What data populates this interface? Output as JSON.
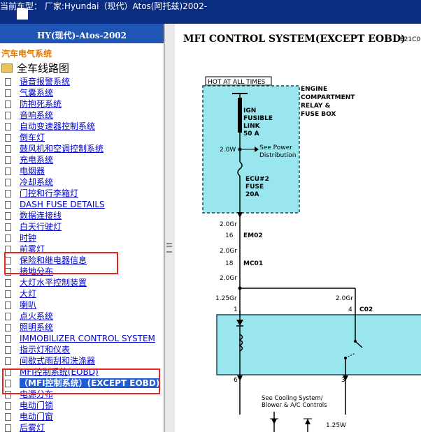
{
  "topbar": {
    "label": "当前车型：  厂家:Hyundai（现代）Atos(阿托兹)2002-"
  },
  "sidebar": {
    "title": "HY(现代)-Atos-2002",
    "section": "汽车电气系统",
    "root": "全车线路图",
    "items": [
      {
        "label": "语音报警系统"
      },
      {
        "label": "气囊系统"
      },
      {
        "label": "防抱死系统"
      },
      {
        "label": "音响系统"
      },
      {
        "label": "自动变速器控制系统"
      },
      {
        "label": "倒车灯"
      },
      {
        "label": "鼓风机和空调控制系统"
      },
      {
        "label": "充电系统"
      },
      {
        "label": "电烟器"
      },
      {
        "label": "冷却系统"
      },
      {
        "label": "门控和行李箱灯"
      },
      {
        "label": "DASH FUSE DETAILS"
      },
      {
        "label": "数据连接线"
      },
      {
        "label": "白天行驶灯"
      },
      {
        "label": "时钟"
      },
      {
        "label": "前雾灯"
      },
      {
        "label": "保险和继电器信息"
      },
      {
        "label": "接地分布"
      },
      {
        "label": "大灯水平控制装置"
      },
      {
        "label": "大灯"
      },
      {
        "label": "喇叭"
      },
      {
        "label": "点火系统"
      },
      {
        "label": "照明系统"
      },
      {
        "label": "IMMOBILIZER CONTROL SYSTEM"
      },
      {
        "label": "指示灯和仪表"
      },
      {
        "label": "间歇式雨刮和洗涤器"
      },
      {
        "label": "MFI控制系统(EOBD)"
      },
      {
        "label": "（MFI控制系统）(EXCEPT EOBD)"
      },
      {
        "label": "电源分布"
      },
      {
        "label": "电动门锁"
      },
      {
        "label": "电动门窗"
      },
      {
        "label": "后雾灯"
      }
    ],
    "selected_index": 27
  },
  "diagram": {
    "title": "MFI CONTROL SYSTEM(EXCEPT EOBD)",
    "code": "E21C0",
    "hot_label": "HOT AT ALL TIMES",
    "box_label": [
      "ENGINE",
      "COMPARTMENT",
      "RELAY &",
      "FUSE BOX"
    ],
    "fuse1": [
      "IGN",
      "FUSIBLE",
      "LINK",
      "50 A"
    ],
    "wire_2w": "2.0W",
    "see_power": [
      "See Power",
      "Distribution"
    ],
    "fuse2": [
      "ECU#2",
      "FUSE",
      "20A"
    ],
    "wire_2gr_a": "2.0Gr",
    "conn_em02_pin": "16",
    "conn_em02": "EM02",
    "wire_2gr_b": "2.0Gr",
    "conn_mc01_pin": "18",
    "conn_mc01": "MC01",
    "wire_2gr_c": "2.0Gr",
    "wire_125gr": "1.25Gr",
    "wire_2gr_d": "2.0Gr",
    "pin_1": "1",
    "pin_4": "4",
    "conn_c02": "C02",
    "pin_6": "6",
    "pin_3": "3",
    "see_cooling": [
      "See Cooling System/",
      "Blower & A/C Controls"
    ],
    "wire_125w": "1.25W",
    "colors": {
      "box_fill": "#99e6ee",
      "topbar": "#0a2d82",
      "sidebar_title": "#1f55b5",
      "link": "#0000cc",
      "highlight": "#e8241f"
    }
  }
}
